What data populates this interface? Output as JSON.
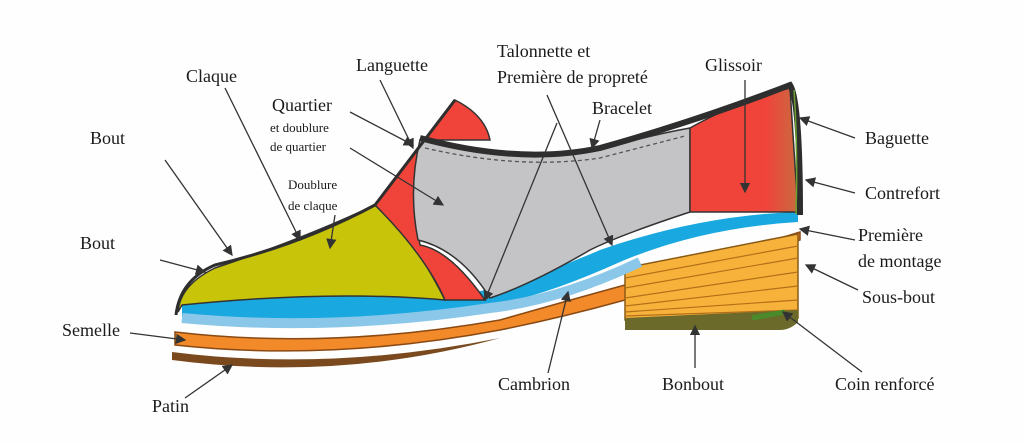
{
  "labels": {
    "claque": "Claque",
    "languette": "Languette",
    "talonnette_line1": "Talonnette et",
    "talonnette_line2": "Première de propreté",
    "glissoir": "Glissoir",
    "quartier": "Quartier",
    "quartier_line2": "et doublure",
    "quartier_line3": "de quartier",
    "bracelet": "Bracelet",
    "bout_upper": "Bout",
    "baguette": "Baguette",
    "doublure_claque_line1": "Doublure",
    "doublure_claque_line2": "de claque",
    "contrefort": "Contrefort",
    "bout_lower": "Bout",
    "premiere_montage_line1": "Première",
    "premiere_montage_line2": "de montage",
    "semelle": "Semelle",
    "sous_bout": "Sous-bout",
    "patin": "Patin",
    "cambrion": "Cambrion",
    "bonbout": "Bonbout",
    "coin_renforce": "Coin renforcé"
  },
  "colors": {
    "claque": "#c8c40a",
    "quartier": "#f0443a",
    "grey_upper": "#c4c4c6",
    "insole": "#1aa8e0",
    "sole": "#f28a2a",
    "heel": "#f7b23c",
    "outline": "#2e2e2e",
    "patin": "#7a4a1e"
  }
}
